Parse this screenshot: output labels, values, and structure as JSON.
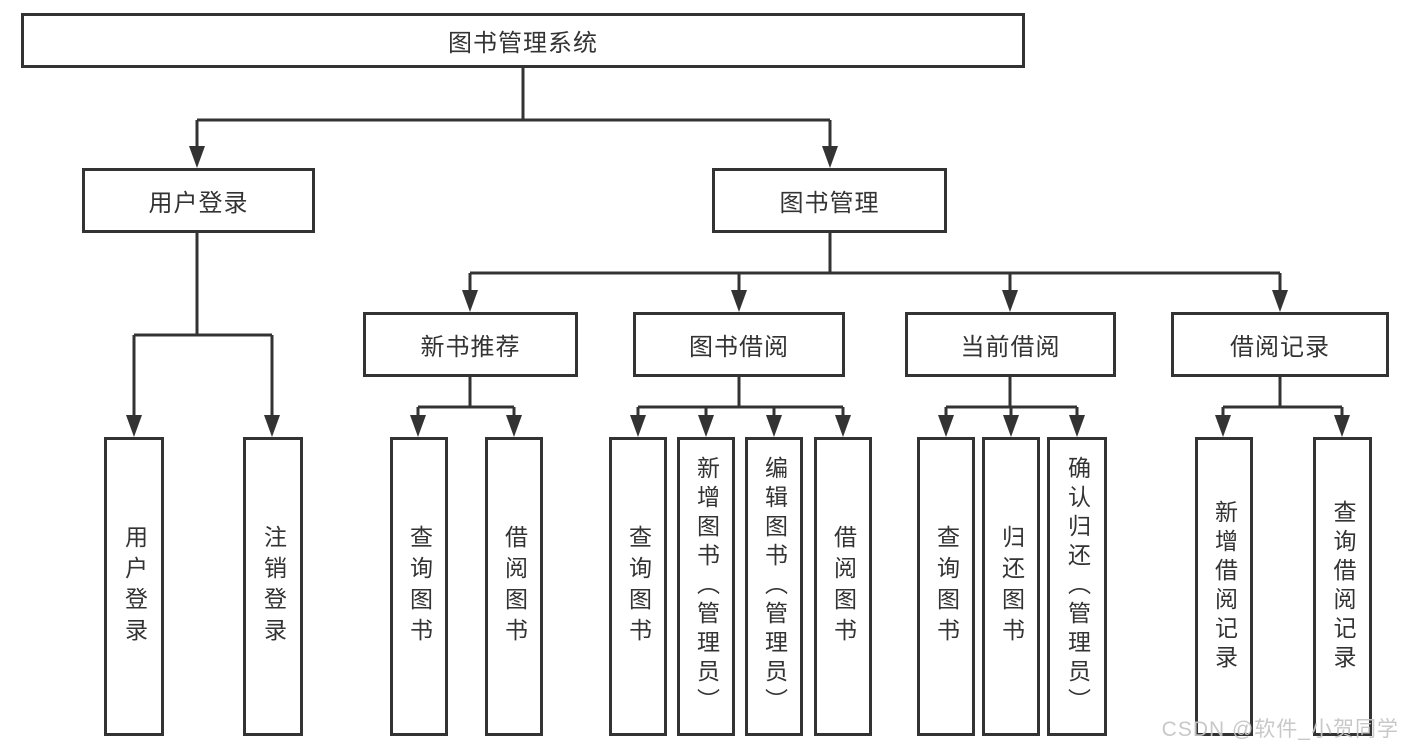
{
  "tree": {
    "root": "图书管理系统",
    "children": [
      {
        "label": "用户登录",
        "leaves": [
          "用户登录",
          "注销登录"
        ]
      },
      {
        "label": "图书管理",
        "children": [
          {
            "label": "新书推荐",
            "leaves": [
              "查询图书",
              "借阅图书"
            ]
          },
          {
            "label": "图书借阅",
            "leaves": [
              "查询图书",
              "新增图书（管理员）",
              "编辑图书（管理员）",
              "借阅图书"
            ]
          },
          {
            "label": "当前借阅",
            "leaves": [
              "查询图书",
              "归还图书",
              "确认归还（管理员）"
            ]
          },
          {
            "label": "借阅记录",
            "leaves": [
              "新增借阅记录",
              "查询借阅记录"
            ]
          }
        ]
      }
    ]
  },
  "watermark": "CSDN @软件_小贺同学",
  "colors": {
    "line": "#333333",
    "text": "#333333",
    "watermark": "#c5c5c5",
    "background": "#ffffff"
  }
}
